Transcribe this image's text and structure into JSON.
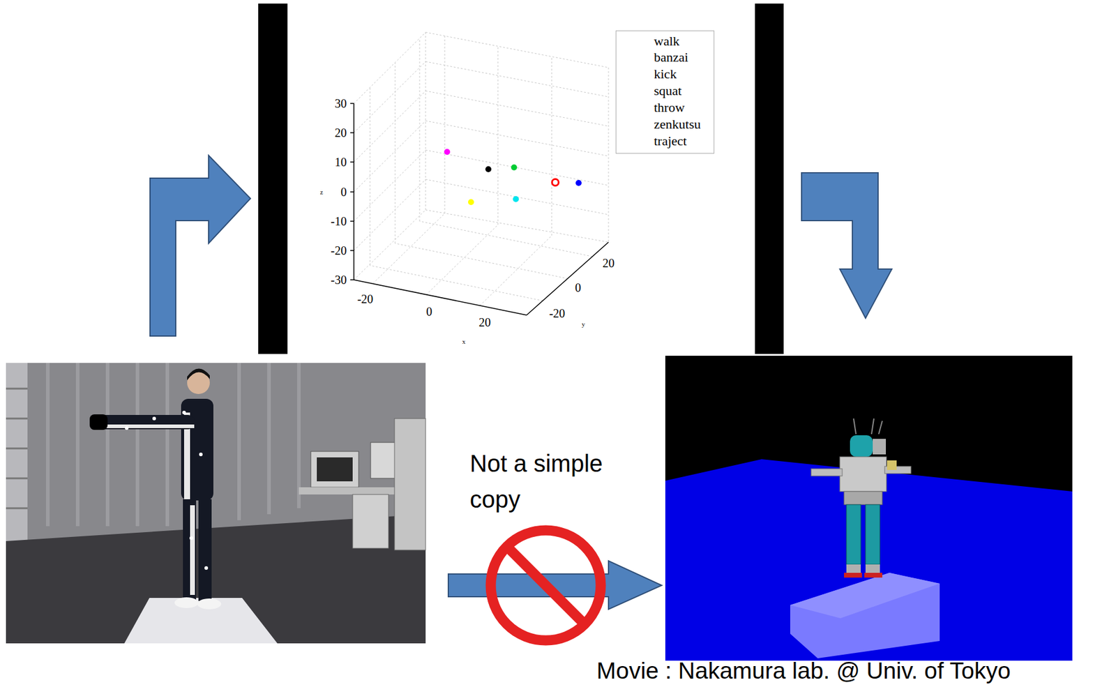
{
  "diagram": {
    "caption": "Movie : Nakamura lab. @ Univ. of Tokyo",
    "labels": [
      "30",
      "20",
      "10",
      "0",
      "-10",
      "-20",
      "-30",
      "-20",
      "0",
      "20",
      "20",
      "0",
      "-20",
      "x",
      "y",
      "z",
      "Not a simple copy"
    ],
    "legend": [
      {
        "text": "walk"
      },
      {
        "text": "banzai"
      },
      {
        "text": "kick"
      },
      {
        "text": "squat"
      },
      {
        "text": "throw"
      },
      {
        "text": "zenkutsu"
      },
      {
        "text": "traject"
      }
    ]
  }
}
